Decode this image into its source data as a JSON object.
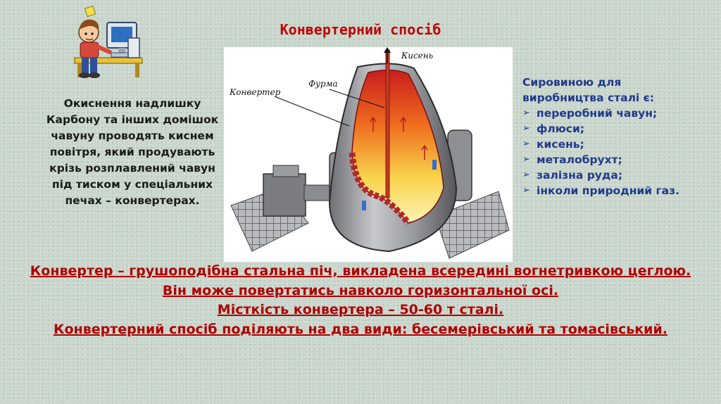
{
  "title": "Конвертерний спосіб",
  "left_text": "Окиснення надлишку Карбону та інших домішок чавуну проводять киснем повітря, який продувають крізь розплавлений чавун під тиском у спеціальних печах – конвертерах.",
  "diagram": {
    "label_oxygen": "Кисень",
    "label_tuyere": "Фурма",
    "label_converter": "Конвертер"
  },
  "raw_materials": {
    "intro": "Сировиною для виробництва сталі  є:",
    "items": [
      "переробний чавун;",
      "флюси;",
      "кисень;",
      "металобрухт;",
      "залізна руда;",
      "інколи природний газ."
    ]
  },
  "bottom_lines": [
    "Конвертер – грушоподібна стальна піч, викладена всередині вогнетривкою цеглою. Він може повертатись навколо горизонтальної осі.",
    "Місткість конвертера – 50-60 т сталі.",
    "Конвертерний спосіб поділяють на два види: бесемерівський та томасівський."
  ],
  "colors": {
    "title": "#c00000",
    "bottom_text": "#b00000",
    "list_text": "#1f3a8a",
    "body_text": "#1a1a1a",
    "background": "#c9d6cc"
  },
  "icons": {
    "clipart": "person-at-computer-icon",
    "bullet": "arrowhead-bullet-icon"
  }
}
